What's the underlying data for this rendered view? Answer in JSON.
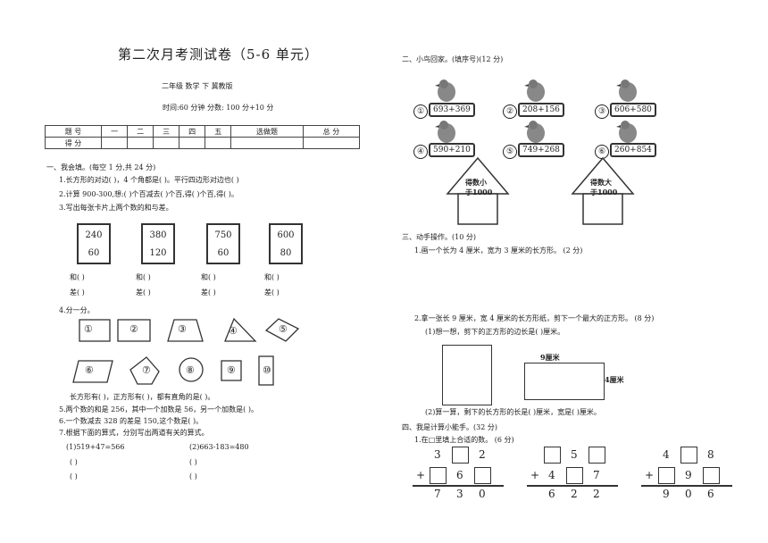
{
  "header": {
    "title": "第二次月考测试卷（5-6 单元）",
    "subtitle": "二年级  数学   下   冀教版",
    "time_score": "时间:60 分钟    分数: 100 分+10 分"
  },
  "score_table": {
    "header": [
      "题  号",
      "一",
      "二",
      "三",
      "四",
      "五",
      "选做题",
      "总  分"
    ],
    "row_label": "得  分"
  },
  "section1": {
    "heading": "一、我会填。(每空 1 分,共 24 分)",
    "q1": "1.长方形的对边(            )，4 个角都是(            )。平行四边形对边也(       )",
    "q2": "2.计算 900-300,想:(        )个百减去(       )个百,得(       )个百,得(       )。",
    "q3": "3.写出每张卡片上两个数的和与差。",
    "cards": [
      {
        "top": "240",
        "bottom": "60"
      },
      {
        "top": "380",
        "bottom": "120"
      },
      {
        "top": "750",
        "bottom": "60"
      },
      {
        "top": "600",
        "bottom": "80"
      }
    ],
    "sum_label": "和(          )",
    "diff_label": "差(          )",
    "q4": "4.分一分。",
    "shape_labels": [
      "①",
      "②",
      "③",
      "④",
      "⑤",
      "⑥",
      "⑦",
      "⑧",
      "⑨",
      "⑩"
    ],
    "q4_answer": "长方形有(                )，正方形有(                )，都有直角的是(            )。",
    "q5": "5.两个数的和是 256，其中一个加数是 56，另一个加数是(        )。",
    "q6": "6.一个数减去 328 的差是 150,这个数是(            )。",
    "q7": "7.根据下面的算式，分别写出两道有关的算式。",
    "eq1": "(1)519+47=566",
    "eq2": "(2)663-183=480",
    "paren_blank": "(                                      )"
  },
  "section2": {
    "heading": "二、小鸟回家。(填序号)(12 分)",
    "birds": [
      {
        "num": "①",
        "expr": "693+369"
      },
      {
        "num": "②",
        "expr": "208+156"
      },
      {
        "num": "③",
        "expr": "606+580"
      },
      {
        "num": "④",
        "expr": "590+210"
      },
      {
        "num": "⑤",
        "expr": "749+268"
      },
      {
        "num": "⑥",
        "expr": "260+854"
      }
    ],
    "house_left": [
      "得数小",
      "于1000"
    ],
    "house_right": [
      "得数大",
      "于1000"
    ]
  },
  "section3": {
    "heading": "三、动手操作。(10 分)",
    "q1": "1.画一个长为 4 厘米，宽为 3 厘米的长方形。 (2 分)",
    "q2": "2.拿一张长 9 厘米，宽 4 厘米的长方形纸，剪下一个最大的正方形。 (8 分)",
    "q2a": "(1)想一想，剪下的正方形的边长是(        )厘米。",
    "len_label": "9厘米",
    "wid_label": "4厘米",
    "q2b": "(2)算一算，剩下的长方形的长是(        )厘米，宽是(        )厘米。"
  },
  "section4": {
    "heading": "四、我是计算小能手。(32 分)",
    "q1": "1.在□里填上合适的数。 (6 分)",
    "puzzles": [
      {
        "r1": [
          "3",
          "",
          "2"
        ],
        "r2": [
          "",
          "6",
          ""
        ],
        "res": [
          "7",
          "3",
          "0"
        ]
      },
      {
        "r1": [
          "",
          "5",
          ""
        ],
        "r2": [
          "4",
          "",
          "7"
        ],
        "res": [
          "6",
          "2",
          "2"
        ]
      },
      {
        "r1": [
          "4",
          "",
          "8"
        ],
        "r2": [
          "",
          "9",
          ""
        ],
        "res": [
          "9",
          "0",
          "6"
        ]
      }
    ],
    "plus": "+"
  }
}
